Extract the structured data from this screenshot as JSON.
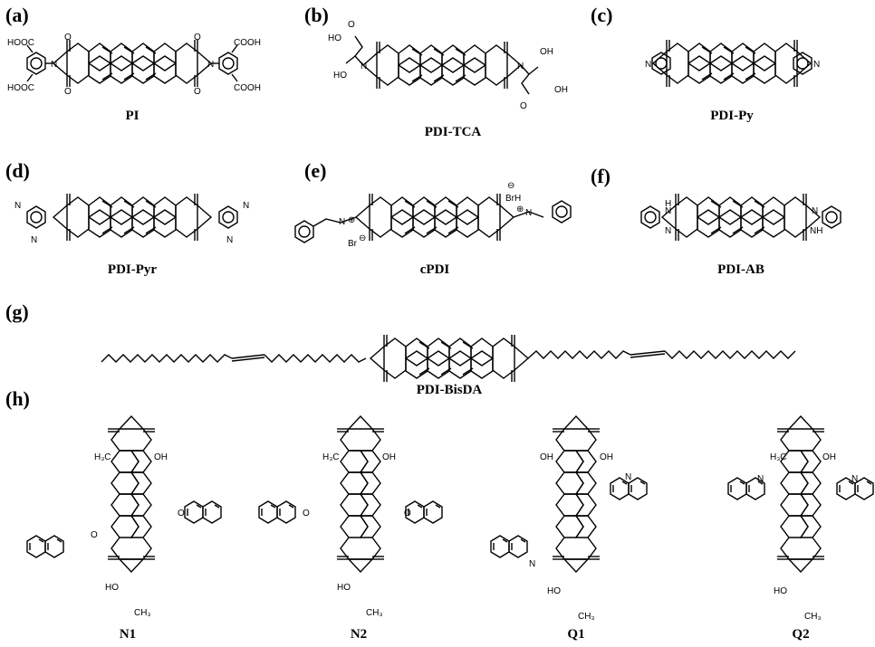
{
  "panels": [
    {
      "letter": "(a)",
      "compound": "PI"
    },
    {
      "letter": "(b)",
      "compound": "PDI-TCA"
    },
    {
      "letter": "(c)",
      "compound": "PDI-Py"
    },
    {
      "letter": "(d)",
      "compound": "PDI-Pyr"
    },
    {
      "letter": "(e)",
      "compound": "cPDI"
    },
    {
      "letter": "(f)",
      "compound": "PDI-AB"
    },
    {
      "letter": "(g)",
      "compound": "PDI-BisDA"
    },
    {
      "letter": "(h)",
      "compound": ""
    }
  ],
  "h_compounds": [
    "N1",
    "N2",
    "Q1",
    "Q2"
  ],
  "atom_labels": {
    "O": "O",
    "N": "N",
    "COOH": "COOH",
    "HOOC": "HOOC",
    "HO": "HO",
    "OH": "OH",
    "H": "H",
    "NH": "NH",
    "Br": "Br",
    "BrH": "BrH",
    "plus": "⊕",
    "minus": "⊖",
    "CH3": "CH₃",
    "H3C": "H₃C"
  }
}
